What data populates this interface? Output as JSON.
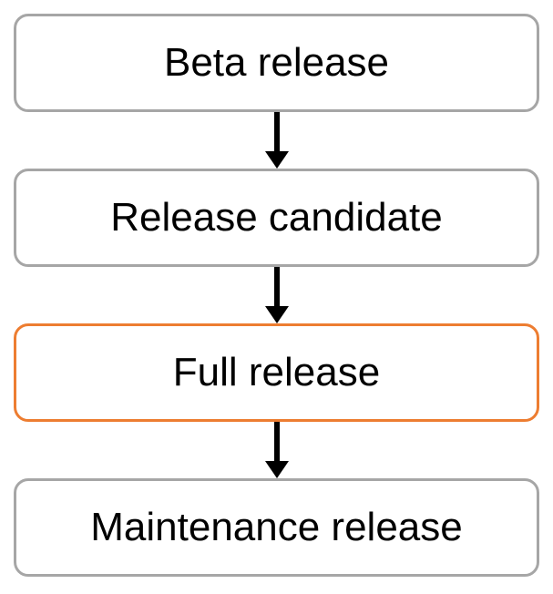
{
  "diagram": {
    "type": "flowchart-vertical",
    "nodes": [
      {
        "label": "Beta release",
        "border_color": "#A6A6A6",
        "fill_color": "#FFFFFF",
        "highlighted": false
      },
      {
        "label": "Release candidate",
        "border_color": "#A6A6A6",
        "fill_color": "#FFFFFF",
        "highlighted": false
      },
      {
        "label": "Full release",
        "border_color": "#ED7D31",
        "fill_color": "#FFFFFF",
        "highlighted": true
      },
      {
        "label": "Maintenance release",
        "border_color": "#A6A6A6",
        "fill_color": "#FFFFFF",
        "highlighted": false
      }
    ],
    "connectors": [
      {
        "from": "Beta release",
        "to": "Release candidate",
        "style": "arrow-down",
        "color": "#000000"
      },
      {
        "from": "Release candidate",
        "to": "Full release",
        "style": "arrow-down",
        "color": "#000000"
      },
      {
        "from": "Full release",
        "to": "Maintenance release",
        "style": "arrow-down",
        "color": "#000000"
      }
    ],
    "colors": {
      "accent_orange": "#ED7D31",
      "box_border_gray": "#A6A6A6",
      "arrow_black": "#000000",
      "text": "#000000",
      "background": "#FFFFFF"
    }
  }
}
